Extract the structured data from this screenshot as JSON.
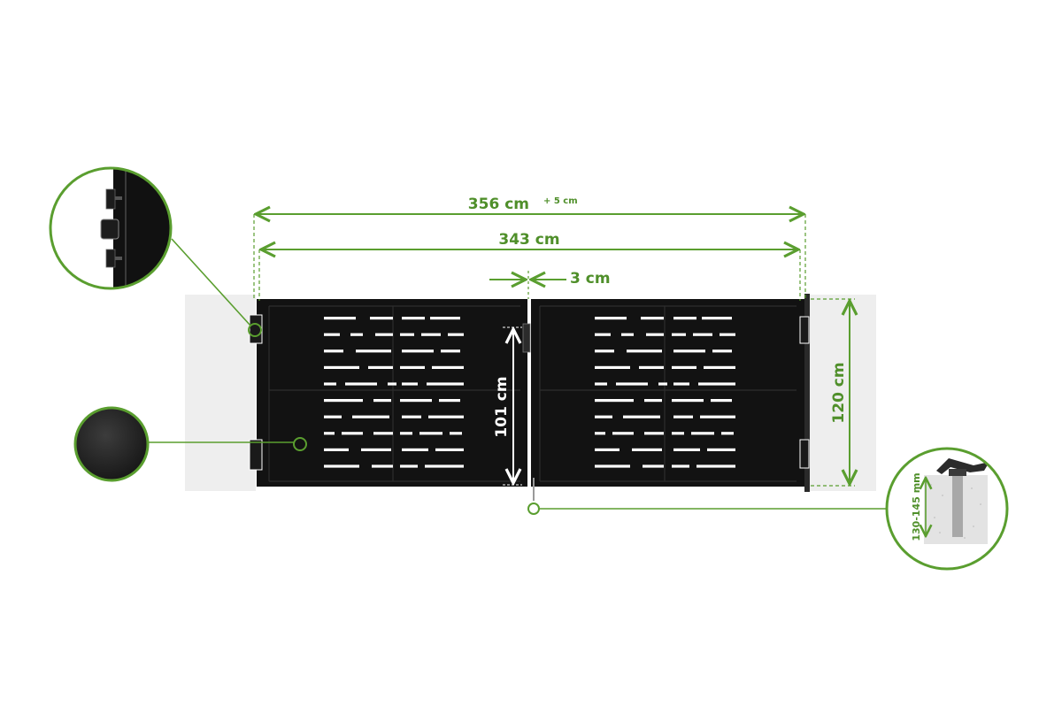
{
  "colors": {
    "accent": "#5a9e2f",
    "gate": "#121212",
    "pillar": "#eeeeee",
    "concrete": "#e6e6e6",
    "post": "#9a9a9a",
    "background": "#ffffff"
  },
  "dimensions": {
    "overall_width": {
      "value": "356 cm",
      "tolerance": "+ 5 cm"
    },
    "gate_width": "343 cm",
    "leaf_gap": "3 cm",
    "slot_height": "101 cm",
    "gate_height": "120 cm",
    "foundation_depth": "130-145 mm"
  },
  "callouts": [
    {
      "id": "hinge-detail",
      "subject": "hinge profile close-up"
    },
    {
      "id": "color-swatch",
      "subject": "black panel finish"
    },
    {
      "id": "ground-stop",
      "subject": "ground stop in concrete foundation"
    }
  ],
  "icons": [
    "hinge-icon",
    "color-swatch-icon",
    "ground-stop-icon"
  ]
}
